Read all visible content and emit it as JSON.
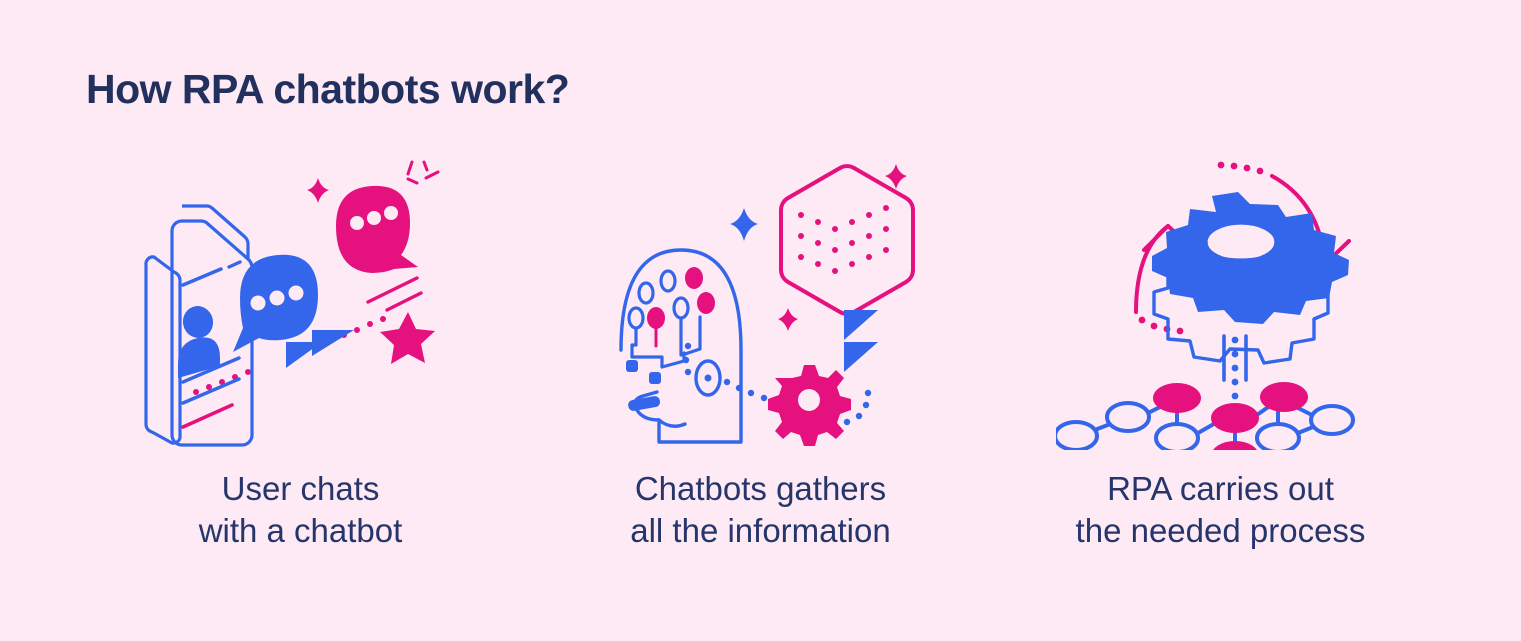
{
  "title": "How RPA chatbots work?",
  "colors": {
    "background": "#fdeaf5",
    "title": "#22305e",
    "caption": "#26356a",
    "blue": "#3366ea",
    "pink": "#e5117f"
  },
  "steps": [
    {
      "id": "user-chats",
      "caption": "User chats\nwith a chatbot",
      "illustration": "phone-chat-bubbles-icon",
      "elements": [
        "smartphone-icon",
        "user-avatar-icon",
        "blue-chat-bubble-icon",
        "pink-chat-bubble-icon",
        "sparkle-icon",
        "star-icon",
        "triangle-icon",
        "dotted-path"
      ]
    },
    {
      "id": "chatbot-gathers",
      "caption": "Chatbots gathers\nall the information",
      "illustration": "robot-head-neural-network-icon",
      "elements": [
        "robot-head-icon",
        "neural-nodes-icon",
        "hexagon-data-cube-icon",
        "gear-icon",
        "sparkle-icon",
        "triangle-icon",
        "dotted-path"
      ]
    },
    {
      "id": "rpa-carries-out",
      "caption": "RPA carries out\nthe needed process",
      "illustration": "gear-process-network-icon",
      "elements": [
        "gear-3d-icon",
        "curved-arrow-up-icon",
        "curved-arrow-down-icon",
        "node-network-icon",
        "dotted-line"
      ]
    }
  ]
}
